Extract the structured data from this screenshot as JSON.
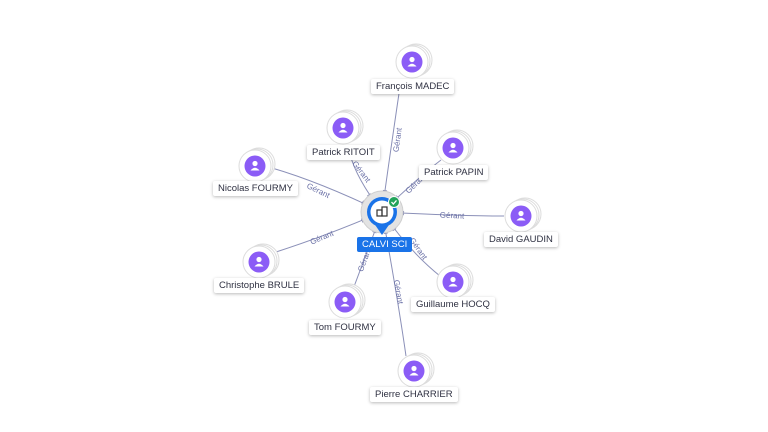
{
  "center": {
    "name": "CALVI SCI",
    "icon": "building-icon",
    "status_icon": "check-icon",
    "color": "#1a73e8",
    "status_color": "#22a35a"
  },
  "edge_label": "Gérant",
  "person_icon": "person-icon",
  "person_color": "#8b5cf6",
  "people": [
    {
      "id": "francois-madec",
      "name": "François MADEC"
    },
    {
      "id": "patrick-ritoit",
      "name": "Patrick RITOIT"
    },
    {
      "id": "patrick-papin",
      "name": "Patrick PAPIN"
    },
    {
      "id": "nicolas-fourmy",
      "name": "Nicolas FOURMY"
    },
    {
      "id": "david-gaudin",
      "name": "David GAUDIN"
    },
    {
      "id": "christophe-brule",
      "name": "Christophe BRULE"
    },
    {
      "id": "guillaume-hocq",
      "name": "Guillaume HOCQ"
    },
    {
      "id": "tom-fourmy",
      "name": "Tom FOURMY"
    },
    {
      "id": "pierre-charrier",
      "name": "Pierre CHARRIER"
    }
  ]
}
